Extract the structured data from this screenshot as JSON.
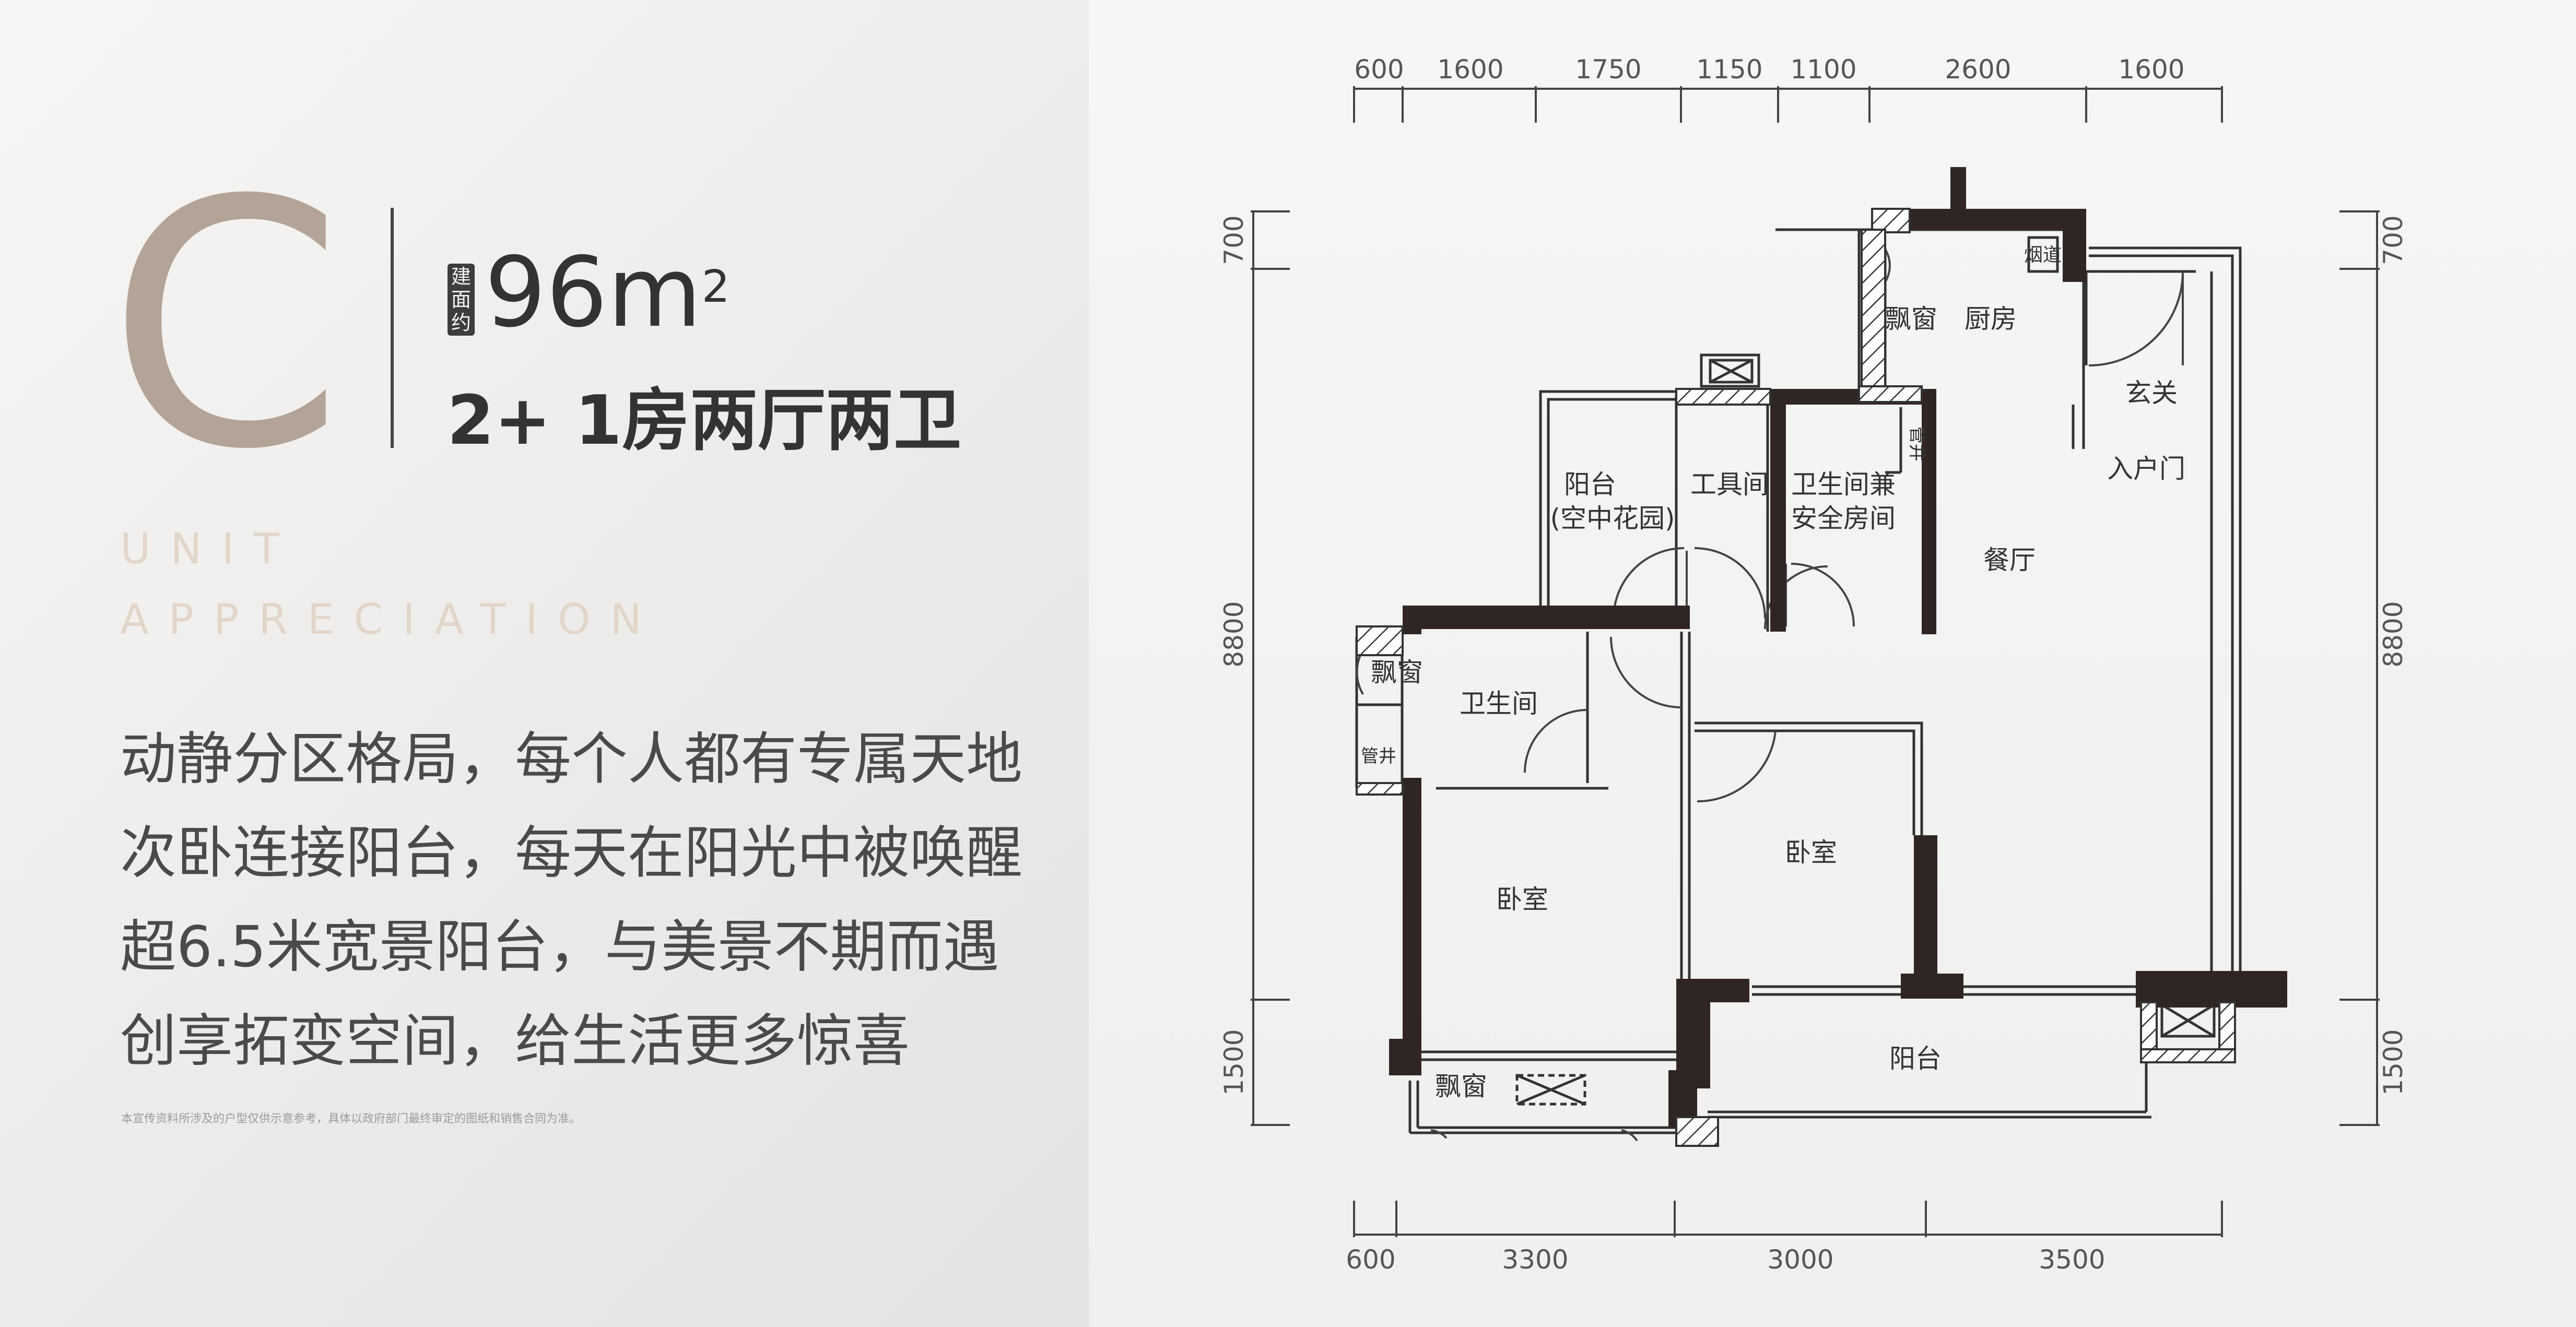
{
  "unit": {
    "letter": "C",
    "area_tag": [
      "建",
      "面",
      "约"
    ],
    "area_value": "96m",
    "area_unit_sup": "2",
    "layout_title": "2+ 1房两厅两卫",
    "english_line1": "UNIT",
    "english_line2": "APPRECIATION"
  },
  "features": [
    "动静分区格局，每个人都有专属天地",
    "次卧连接阳台，每天在阳光中被唤醒",
    "超6.5米宽景阳台，与美景不期而遇",
    "创享拓变空间，给生活更多惊喜"
  ],
  "disclaimer": "本宣传资料所涉及的户型仅供示意参考，具体以政府部门最终审定的图纸和销售合同为准。",
  "floorplan": {
    "top_dimensions": [
      "600",
      "1600",
      "1750",
      "1150",
      "1100",
      "2600",
      "1600"
    ],
    "bottom_dimensions": [
      "600",
      "3300",
      "3000",
      "3500"
    ],
    "left_dimensions": [
      "700",
      "8800",
      "1500"
    ],
    "right_dimensions": [
      "700",
      "8800",
      "1500"
    ],
    "rooms": {
      "bay_window_kitchen": "飘窗",
      "kitchen": "厨房",
      "flue": "烟道",
      "foyer": "玄关",
      "entrance_door": "入户门",
      "balcony_garden_line1": "阳台",
      "balcony_garden_line2": "(空中花园)",
      "utility_room": "工具间",
      "bath2_line1": "卫生间兼",
      "bath2_line2": "安全房间",
      "pipe_shaft_top": "管井",
      "dining": "餐厅",
      "bay_window_bath": "飘窗",
      "pipe_shaft_left": "管井",
      "bathroom": "卫生间",
      "bedroom_left": "卧室",
      "bedroom_center": "卧室",
      "bay_window_bottom": "飘窗",
      "balcony": "阳台"
    }
  }
}
